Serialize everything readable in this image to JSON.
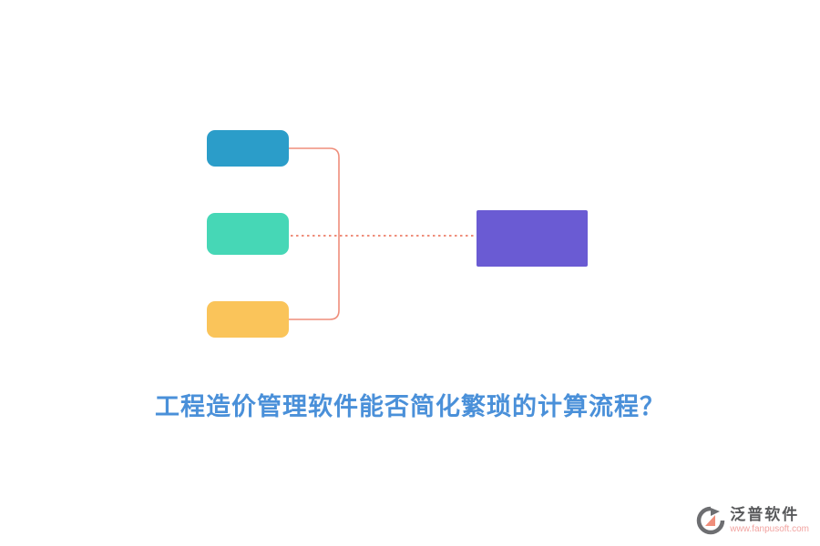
{
  "diagram": {
    "boxes": {
      "top": {
        "color": "#2b9dc9"
      },
      "middle": {
        "color": "#46d7b6"
      },
      "bottom": {
        "color": "#fac45a"
      },
      "right": {
        "color": "#6a5bd3"
      }
    },
    "connector_color": "#ef8e7b"
  },
  "caption": {
    "text": "工程造价管理软件能否简化繁琐的计算流程？",
    "color": "#4a90d9"
  },
  "logo": {
    "name": "泛普软件",
    "url": "www.fanpusoft.com",
    "name_color": "#58595b",
    "url_color": "#f2a3a0"
  }
}
